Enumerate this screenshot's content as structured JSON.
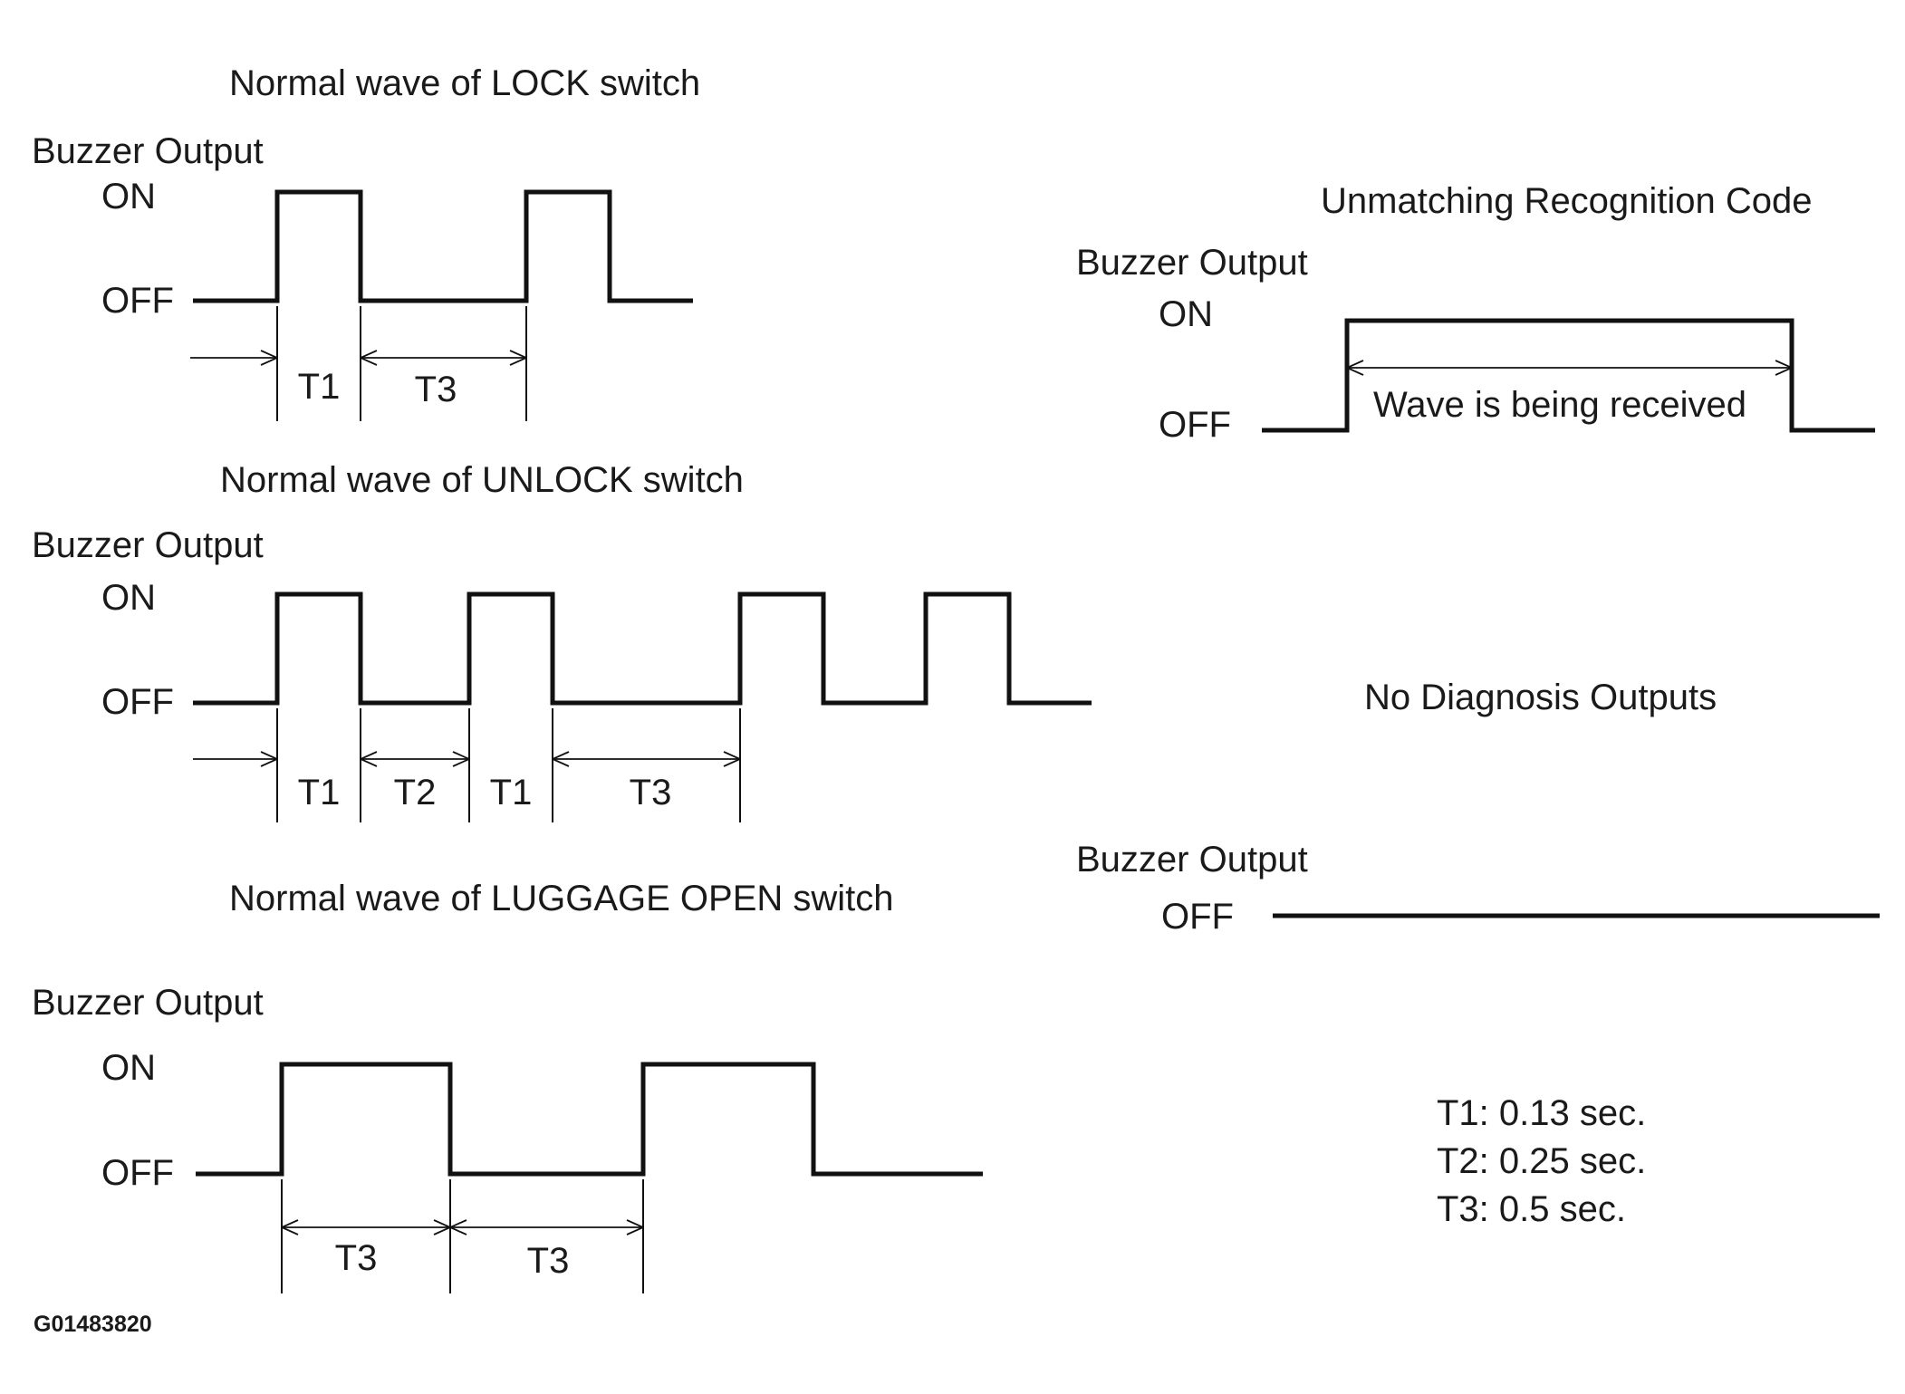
{
  "panels": {
    "lock": {
      "title": "Normal wave of LOCK switch",
      "output_label": "Buzzer Output",
      "on_label": "ON",
      "off_label": "OFF",
      "intervals": [
        "T1",
        "T3"
      ]
    },
    "unlock": {
      "title": "Normal wave of UNLOCK switch",
      "output_label": "Buzzer Output",
      "on_label": "ON",
      "off_label": "OFF",
      "intervals": [
        "T1",
        "T2",
        "T1",
        "T3"
      ]
    },
    "luggage": {
      "title": "Normal wave of LUGGAGE OPEN switch",
      "output_label": "Buzzer Output",
      "on_label": "ON",
      "off_label": "OFF",
      "intervals": [
        "T3",
        "T3"
      ]
    },
    "unmatching": {
      "title": "Unmatching Recognition Code",
      "output_label": "Buzzer Output",
      "on_label": "ON",
      "off_label": "OFF",
      "span_label": "Wave is being received"
    },
    "no_diagnosis": {
      "title": "No Diagnosis Outputs",
      "output_label": "Buzzer Output",
      "off_label": "OFF"
    }
  },
  "legend": [
    "T1: 0.13 sec.",
    "T2: 0.25 sec.",
    "T3: 0.5 sec."
  ],
  "figure_id": "G01483820"
}
